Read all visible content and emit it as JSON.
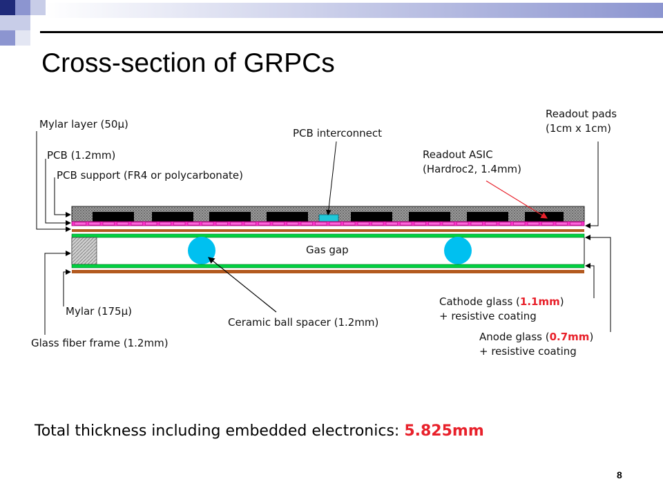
{
  "slide": {
    "title": "Cross-section of GRPCs",
    "page_number": "8"
  },
  "labels": {
    "mylar_layer": "Mylar layer (50μ)",
    "pcb": "PCB (1.2mm)",
    "pcb_support": "PCB support (FR4 or polycarbonate)",
    "pcb_interconnect": "PCB interconnect",
    "readout_pads_line1": "Readout pads",
    "readout_pads_line2": "(1cm x 1cm)",
    "readout_asic_line1": "Readout ASIC",
    "readout_asic_line2": "(Hardroc2, 1.4mm)",
    "gas_gap": "Gas gap",
    "mylar_175": "Mylar (175μ)",
    "glass_fiber_frame": "Glass fiber frame (1.2mm)",
    "ceramic_ball_spacer": "Ceramic ball spacer (1.2mm)",
    "cathode_glass_prefix": "Cathode glass (",
    "cathode_glass_value": "1.1mm",
    "cathode_glass_suffix": ")",
    "cathode_coating": "+ resistive coating",
    "anode_glass_prefix": "Anode glass (",
    "anode_glass_value": "0.7mm",
    "anode_glass_suffix": ")",
    "anode_coating": "+ resistive coating"
  },
  "total": {
    "label": "Total thickness including embedded electronics:",
    "value": "5.825mm"
  },
  "colors": {
    "green_layer": "#00d040",
    "magenta_layer": "#ff33cc",
    "brown_layer": "#b35a1f",
    "spacer_ball": "#00c0f0",
    "asic": "#000000",
    "highlight_red": "#e8202a",
    "interconnect": "#20c8d8"
  }
}
